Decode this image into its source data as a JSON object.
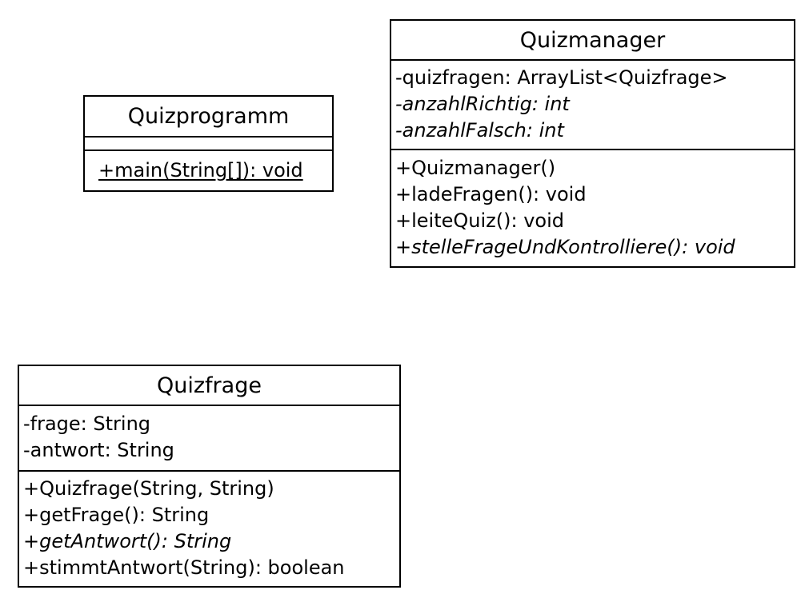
{
  "diagram": {
    "background_color": "#ffffff",
    "line_color": "#000000",
    "text_color": "#000000",
    "classes": [
      {
        "name": "Quizprogramm",
        "attributes": [],
        "methods": [
          {
            "text": "+main(String[]): void",
            "underline": true,
            "italic": false
          }
        ]
      },
      {
        "name": "Quizmanager",
        "attributes": [
          {
            "text": "-quizfragen: ArrayList<Quizfrage>",
            "italic": false
          },
          {
            "text": "-anzahlRichtig: int",
            "italic": true
          },
          {
            "text": "-anzahlFalsch: int",
            "italic": true
          }
        ],
        "methods": [
          {
            "text": "+Quizmanager()",
            "italic": false
          },
          {
            "text": "+ladeFragen(): void",
            "italic": false
          },
          {
            "text": "+leiteQuiz(): void",
            "italic": false
          },
          {
            "text": "+stelleFrageUndKontrolliere(): void",
            "italic": true
          }
        ]
      },
      {
        "name": "Quizfrage",
        "attributes": [
          {
            "text": "-frage: String",
            "italic": false
          },
          {
            "text": "-antwort: String",
            "italic": false
          }
        ],
        "methods": [
          {
            "text": "+Quizfrage(String, String)",
            "italic": false
          },
          {
            "text": "+getFrage(): String",
            "italic": false
          },
          {
            "text": "+getAntwort(): String",
            "italic": true
          },
          {
            "text": "+stimmtAntwort(String): boolean",
            "italic": false
          }
        ]
      }
    ]
  }
}
